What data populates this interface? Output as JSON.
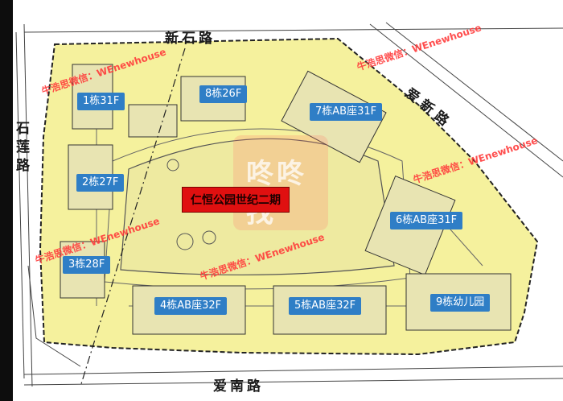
{
  "map": {
    "project_title": "仁恒公园世纪二期",
    "roads": {
      "north": "新石路",
      "west": "石莲路",
      "east": "爱新路",
      "south": "爱南路"
    },
    "buildings": [
      {
        "key": "b1",
        "label": "1栋31F"
      },
      {
        "key": "b8",
        "label": "8栋26F"
      },
      {
        "key": "b7",
        "label": "7栋AB座31F"
      },
      {
        "key": "b2",
        "label": "2栋27F"
      },
      {
        "key": "b6",
        "label": "6栋AB座31F"
      },
      {
        "key": "b3",
        "label": "3栋28F"
      },
      {
        "key": "b4",
        "label": "4栋AB座32F"
      },
      {
        "key": "b5",
        "label": "5栋AB座32F"
      },
      {
        "key": "b9",
        "label": "9栋幼儿园"
      }
    ],
    "watermark": "牛浩思微信：WEnewhouse",
    "seal_text": "咚咚找",
    "colors": {
      "site_fill": "#f3ef8c",
      "label_bg": "#2f7ec6",
      "title_bg": "#e01010",
      "watermark": "#ff3b3b"
    }
  }
}
